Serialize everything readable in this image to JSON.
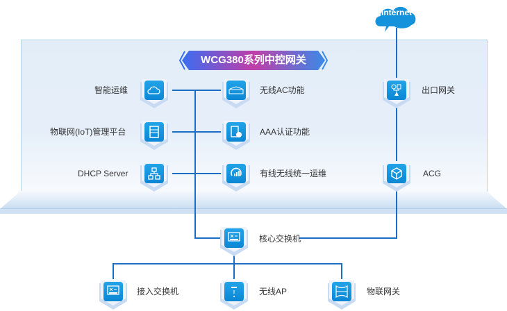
{
  "title": "WCG380系列中控网关",
  "internet": "Internet",
  "colors": {
    "line": "#1a6fc4",
    "icon": "#1592dc",
    "panel": "#e3edf8"
  },
  "left_services": [
    {
      "label": "智能运维",
      "icon": "cloud-icon"
    },
    {
      "label": "物联网(IoT)管理平台",
      "icon": "server-icon"
    },
    {
      "label": "DHCP Server",
      "icon": "network-tree-icon"
    }
  ],
  "middle_services": [
    {
      "label": "无线AC功能",
      "icon": "ac-controller-icon"
    },
    {
      "label": "AAA认证功能",
      "icon": "auth-server-icon"
    },
    {
      "label": "有线无线统一运维",
      "icon": "refresh-chart-icon"
    }
  ],
  "right_services": [
    {
      "label": "出口网关",
      "icon": "gateway-icon"
    },
    {
      "label": "ACG",
      "icon": "cube-icon"
    }
  ],
  "core": {
    "label": "核心交换机",
    "icon": "switch-icon"
  },
  "access": [
    {
      "label": "接入交换机",
      "icon": "switch-icon"
    },
    {
      "label": "无线AP",
      "icon": "access-point-icon"
    },
    {
      "label": "物联网关",
      "icon": "iot-gateway-icon"
    }
  ]
}
